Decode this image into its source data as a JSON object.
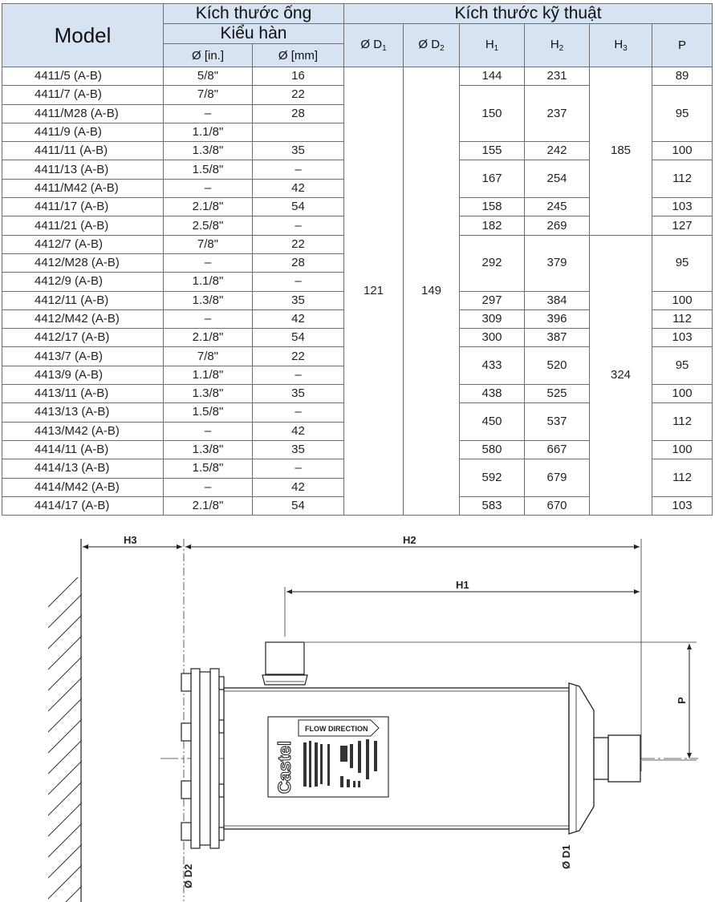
{
  "header": {
    "model": "Model",
    "pipe_size": "Kích thước ống",
    "weld_type": "Kiểu hàn",
    "in_unit": "Ø [in.]",
    "mm_unit": "Ø [mm]",
    "tech_size": "Kích thước kỹ thuật",
    "d1": "Ø D",
    "d1_sub": "1",
    "d2": "Ø D",
    "d2_sub": "2",
    "h1": "H",
    "h1_sub": "1",
    "h2": "H",
    "h2_sub": "2",
    "h3": "H",
    "h3_sub": "3",
    "p": "P"
  },
  "rows": [
    {
      "model": "4411/5  (A-B)",
      "in": "5/8\"",
      "mm": "16"
    },
    {
      "model": "4411/7  (A-B)",
      "in": "7/8\"",
      "mm": "22"
    },
    {
      "model": "4411/M28  (A-B)",
      "in": "–",
      "mm": "28"
    },
    {
      "model": "4411/9  (A-B)",
      "in": "1.1/8\"",
      "mm": ""
    },
    {
      "model": "4411/11  (A-B)",
      "in": "1.3/8\"",
      "mm": "35"
    },
    {
      "model": "4411/13  (A-B)",
      "in": "1.5/8\"",
      "mm": "–"
    },
    {
      "model": "4411/M42  (A-B)",
      "in": "–",
      "mm": "42"
    },
    {
      "model": "4411/17  (A-B)",
      "in": "2.1/8\"",
      "mm": "54"
    },
    {
      "model": "4411/21  (A-B)",
      "in": "2.5/8\"",
      "mm": "–"
    },
    {
      "model": "4412/7  (A-B)",
      "in": "7/8\"",
      "mm": "22"
    },
    {
      "model": "4412/M28  (A-B)",
      "in": "–",
      "mm": "28"
    },
    {
      "model": "4412/9  (A-B)",
      "in": "1.1/8\"",
      "mm": "–"
    },
    {
      "model": "4412/11  (A-B)",
      "in": "1.3/8\"",
      "mm": "35"
    },
    {
      "model": "4412/M42  (A-B)",
      "in": "–",
      "mm": "42"
    },
    {
      "model": "4412/17  (A-B)",
      "in": "2.1/8\"",
      "mm": "54"
    },
    {
      "model": "4413/7  (A-B)",
      "in": "7/8\"",
      "mm": "22"
    },
    {
      "model": "4413/9  (A-B)",
      "in": "1.1/8\"",
      "mm": "–"
    },
    {
      "model": "4413/11  (A-B)",
      "in": "1.3/8\"",
      "mm": "35"
    },
    {
      "model": "4413/13  (A-B)",
      "in": "1.5/8\"",
      "mm": "–"
    },
    {
      "model": "4413/M42  (A-B)",
      "in": "–",
      "mm": "42"
    },
    {
      "model": "4414/11  (A-B)",
      "in": "1.3/8\"",
      "mm": "35"
    },
    {
      "model": "4414/13  (A-B)",
      "in": "1.5/8\"",
      "mm": "–"
    },
    {
      "model": "4414/M42  (A-B)",
      "in": "–",
      "mm": "42"
    },
    {
      "model": "4414/17  (A-B)",
      "in": "2.1/8\"",
      "mm": "54"
    }
  ],
  "merged": {
    "d1": "121",
    "d2": "149",
    "h3_a": "185",
    "h3_b": "324",
    "h": [
      {
        "h1": "144",
        "h2": "231"
      },
      {
        "h1": "150",
        "h2": "237"
      },
      {
        "h1": "155",
        "h2": "242"
      },
      {
        "h1": "167",
        "h2": "254"
      },
      {
        "h1": "158",
        "h2": "245"
      },
      {
        "h1": "182",
        "h2": "269"
      },
      {
        "h1": "292",
        "h2": "379"
      },
      {
        "h1": "297",
        "h2": "384"
      },
      {
        "h1": "309",
        "h2": "396"
      },
      {
        "h1": "300",
        "h2": "387"
      },
      {
        "h1": "433",
        "h2": "520"
      },
      {
        "h1": "438",
        "h2": "525"
      },
      {
        "h1": "450",
        "h2": "537"
      },
      {
        "h1": "580",
        "h2": "667"
      },
      {
        "h1": "592",
        "h2": "679"
      },
      {
        "h1": "583",
        "h2": "670"
      }
    ],
    "p": [
      "89",
      "95",
      "100",
      "112",
      "103",
      "127",
      "95",
      "100",
      "112",
      "103",
      "95",
      "100",
      "112",
      "100",
      "112",
      "103"
    ]
  },
  "drawing": {
    "h3": "H3",
    "h2": "H2",
    "h1": "H1",
    "p": "P",
    "d1": "Ø D1",
    "d2": "Ø D2",
    "brand": "Castel",
    "flow": "FLOW DIRECTION"
  }
}
